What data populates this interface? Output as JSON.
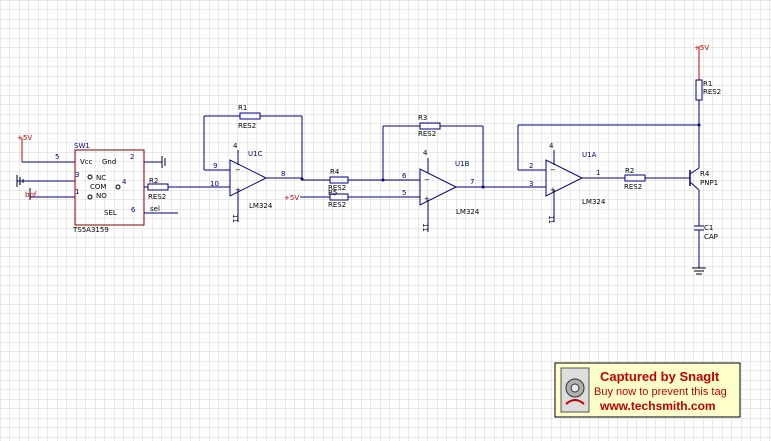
{
  "schematic": {
    "power_top": "+5V",
    "power_left": "+5V",
    "power_mid": "+5V",
    "switch": {
      "ref": "SW1",
      "part": "TS5A3159",
      "pin_vcc": "Vcc",
      "pin_gnd": "Gnd",
      "pin_nc": "NC",
      "pin_com": "COM",
      "pin_no": "NO",
      "pin_sel": "SEL",
      "n5": "5",
      "n2": "2",
      "n3": "3",
      "n4": "4",
      "n1": "1",
      "n6": "6",
      "bpf_label": "bpf",
      "sel_net": "sel"
    },
    "r_sw": {
      "ref": "R2",
      "val": "RES2"
    },
    "u1c": {
      "ref": "U1C",
      "part": "LM324",
      "pin9": "9",
      "pin10": "10",
      "pin8": "8",
      "pin11": "11",
      "pin4": "4",
      "r_ref": "R1",
      "r_val": "RES2"
    },
    "r4": {
      "ref": "R4",
      "val": "RES2"
    },
    "r5": {
      "ref": "R5",
      "val": "RES2"
    },
    "u1b": {
      "ref": "U1B",
      "part": "LM324",
      "pin6": "6",
      "pin5": "5",
      "pin7": "7",
      "pin11": "11",
      "pin4": "4",
      "r_ref": "R3",
      "r_val": "RES2"
    },
    "u1a": {
      "ref": "U1A",
      "part": "LM324",
      "pin2": "2",
      "pin3": "3",
      "pin1": "1",
      "pin11": "11",
      "pin4": "4"
    },
    "r2b": {
      "ref": "R2",
      "val": "RES2"
    },
    "q": {
      "ref": "R4",
      "val": "PNP1"
    },
    "r1b": {
      "ref": "R1",
      "val": "RES2"
    },
    "cap": {
      "ref": "C1",
      "val": "CAP"
    }
  },
  "snagit": {
    "title": "Captured by SnagIt",
    "subtitle": "Buy now to prevent this tag",
    "url": "www.techsmith.com"
  },
  "colors": {
    "wire": "#000080",
    "grid": "#c8c8c8",
    "tag_bg": "#ffffcc",
    "tag_text": "#c00000"
  }
}
